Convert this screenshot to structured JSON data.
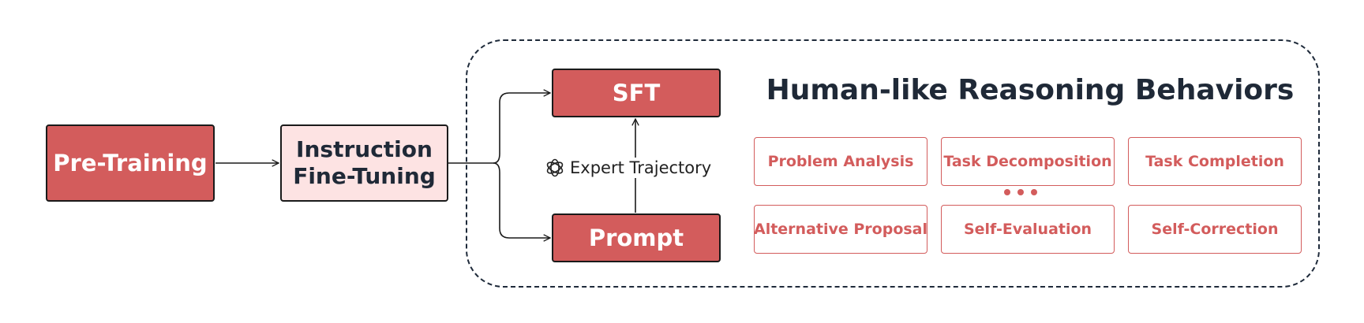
{
  "nodes": {
    "pretraining": "Pre-Training",
    "instruction_line1": "Instruction",
    "instruction_line2": "Fine-Tuning",
    "sft": "SFT",
    "prompt": "Prompt",
    "expert_trajectory": "Expert Trajectory"
  },
  "group": {
    "title": "Human-like Reasoning Behaviors",
    "behaviors": [
      "Problem Analysis",
      "Task Decomposition",
      "Task Completion",
      "Alternative Proposal",
      "Self-Evaluation",
      "Self-Correction"
    ]
  },
  "icons": {
    "trajectory_icon": "openai-logo-icon",
    "ellipsis": "ellipsis-dots-icon"
  },
  "colors": {
    "primary_red": "#d35c5c",
    "light_pink": "#fde3e3",
    "dark_text": "#1f2937",
    "dashed_border": "#1e2a3a"
  }
}
